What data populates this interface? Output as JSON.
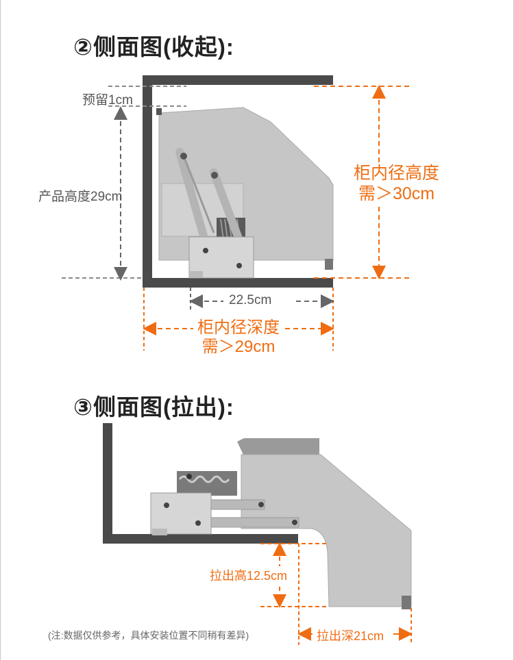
{
  "section2": {
    "title": "②侧面图(收起):",
    "reserve_label": "预留1cm",
    "product_height_label": "产品高度29cm",
    "cabinet_height_line1": "柜内径高度",
    "cabinet_height_line2": "需＞30cm",
    "width_label": "22.5cm",
    "cabinet_depth_line1": "柜内径深度",
    "cabinet_depth_line2": "需＞29cm"
  },
  "section3": {
    "title": "③侧面图(拉出):",
    "pull_height_label": "拉出高12.5cm",
    "pull_depth_label": "拉出深21cm"
  },
  "note": "(注:数据仅供参考，具体安装位置不同稍有差异)",
  "colors": {
    "accent": "#ef6d12",
    "cabinet": "#4a4a4a",
    "product": "#c4c4c4",
    "dim_gray": "#666666"
  }
}
